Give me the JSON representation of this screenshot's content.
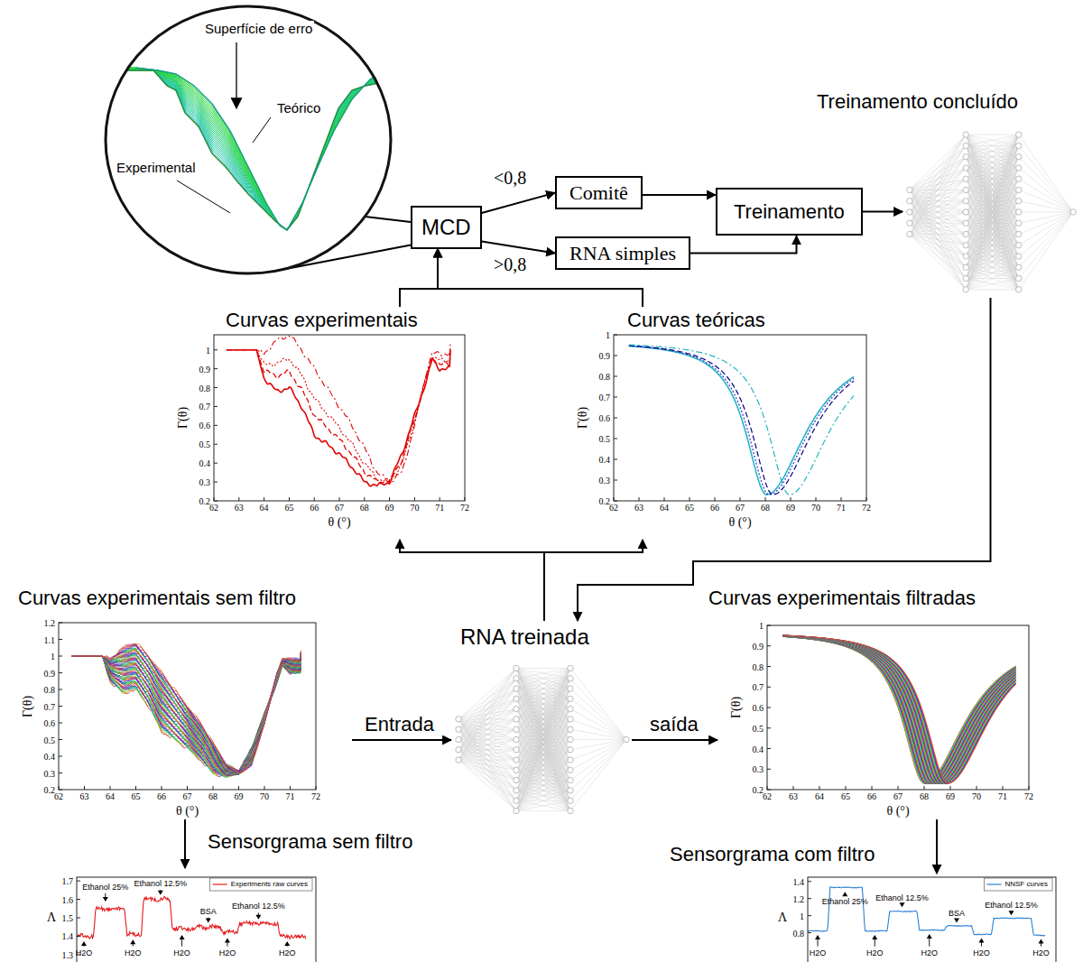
{
  "diagram": {
    "nodes": [
      {
        "text": [
          "Superfície de erro",
          "Teórico",
          "Experimental"
        ]
      },
      {
        "text": [
          "Treinamento concluído"
        ]
      },
      {
        "text": [
          "MCD"
        ]
      },
      {
        "text": [
          "Comitê"
        ]
      },
      {
        "text": [
          "Treinamento"
        ]
      },
      {
        "text": [
          "RNA simples"
        ]
      },
      {
        "text": [
          "Curvas experimentais"
        ]
      },
      {
        "text": [
          "Curvas teóricas"
        ]
      },
      {
        "text": [
          "Curvas experimentais sem filtro"
        ]
      },
      {
        "text": [
          "RNA treinada"
        ]
      },
      {
        "text": [
          "Curvas experimentais filtradas"
        ]
      },
      {
        "text": [
          "Sensorgrama sem filtro"
        ]
      },
      {
        "text": [
          "Sensorgrama com filtro"
        ]
      }
    ],
    "edges": [
      {
        "from": 0,
        "to": 2,
        "arrow": "none"
      },
      {
        "from": 2,
        "to": 3,
        "label": "<0,8",
        "arrow": "to"
      },
      {
        "from": 2,
        "to": 5,
        "label": ">0,8",
        "arrow": "to"
      },
      {
        "from": 3,
        "to": 4,
        "arrow": "to"
      },
      {
        "from": 5,
        "to": 4,
        "arrow": "to"
      },
      {
        "from": 4,
        "to": 1,
        "arrow": "to"
      },
      {
        "from": 6,
        "to": 2,
        "arrow": "to"
      },
      {
        "from": 7,
        "to": 2,
        "arrow": "to"
      },
      {
        "from": 1,
        "to": 9,
        "arrow": "to"
      },
      {
        "from": 9,
        "to": 6,
        "arrow": "to"
      },
      {
        "from": 9,
        "to": 7,
        "arrow": "to"
      },
      {
        "from": 8,
        "to": 9,
        "label": "Entrada",
        "arrow": "to"
      },
      {
        "from": 9,
        "to": 10,
        "label": "saída",
        "arrow": "to"
      },
      {
        "from": 8,
        "to": 11,
        "arrow": "to"
      },
      {
        "from": 10,
        "to": 12,
        "arrow": "to"
      }
    ],
    "labels": [
      "1",
      "0.9",
      "0.8",
      "0.7",
      "0.6",
      "0.5",
      "0.4",
      "0.3",
      "0.2",
      "62",
      "63",
      "64",
      "65",
      "66",
      "67",
      "68",
      "69",
      "70",
      "71",
      "72",
      "Γ(θ)",
      "θ (°)",
      "1",
      "0.9",
      "0.8",
      "0.7",
      "0.6",
      "0.5",
      "0.4",
      "0.3",
      "0.2",
      "62",
      "63",
      "64",
      "65",
      "66",
      "67",
      "68",
      "69",
      "70",
      "71",
      "72",
      "Γ(θ)",
      "θ (°)",
      "1.2",
      "1.1",
      "1",
      "0.9",
      "0.8",
      "0.7",
      "0.6",
      "0.5",
      "0.4",
      "0.3",
      "0.2",
      "62",
      "63",
      "64",
      "65",
      "66",
      "67",
      "68",
      "69",
      "70",
      "71",
      "72",
      "Γ(θ)",
      "θ (°)",
      "1",
      "0.9",
      "0.8",
      "0.7",
      "0.6",
      "0.5",
      "0.4",
      "0.3",
      "0.2",
      "62",
      "63",
      "64",
      "65",
      "66",
      "67",
      "68",
      "69",
      "70",
      "71",
      "72",
      "Γ(θ)",
      "θ (°)",
      "1.7",
      "1.6",
      "1.5",
      "1.4",
      "1.3",
      "Λ",
      "Ethanol 25%",
      "Ethanol 12.5%",
      "BSA",
      "Ethanol 12.5%",
      "H2O",
      "H2O",
      "H2O",
      "H2O",
      "H2O",
      "1.4",
      "1.2",
      "1",
      "0.8",
      "Λ",
      "Ethanol 25%",
      "Ethanol 12.5%",
      "BSA",
      "Ethanol 12.5%",
      "H2O",
      "H2O",
      "H2O",
      "H2O",
      "H2O"
    ],
    "legend": [
      {
        "text": "Experiments raw curves"
      },
      {
        "text": "NNSF curves"
      }
    ]
  }
}
